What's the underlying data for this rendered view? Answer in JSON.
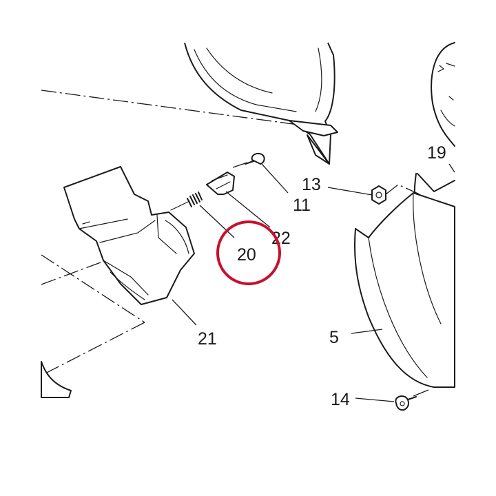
{
  "highlight_color": "#c8102e",
  "callouts": {
    "c5": "5",
    "c11": "11",
    "c13": "13",
    "c14": "14",
    "c19": "19",
    "c20": "20",
    "c21": "21",
    "c22": "22"
  }
}
